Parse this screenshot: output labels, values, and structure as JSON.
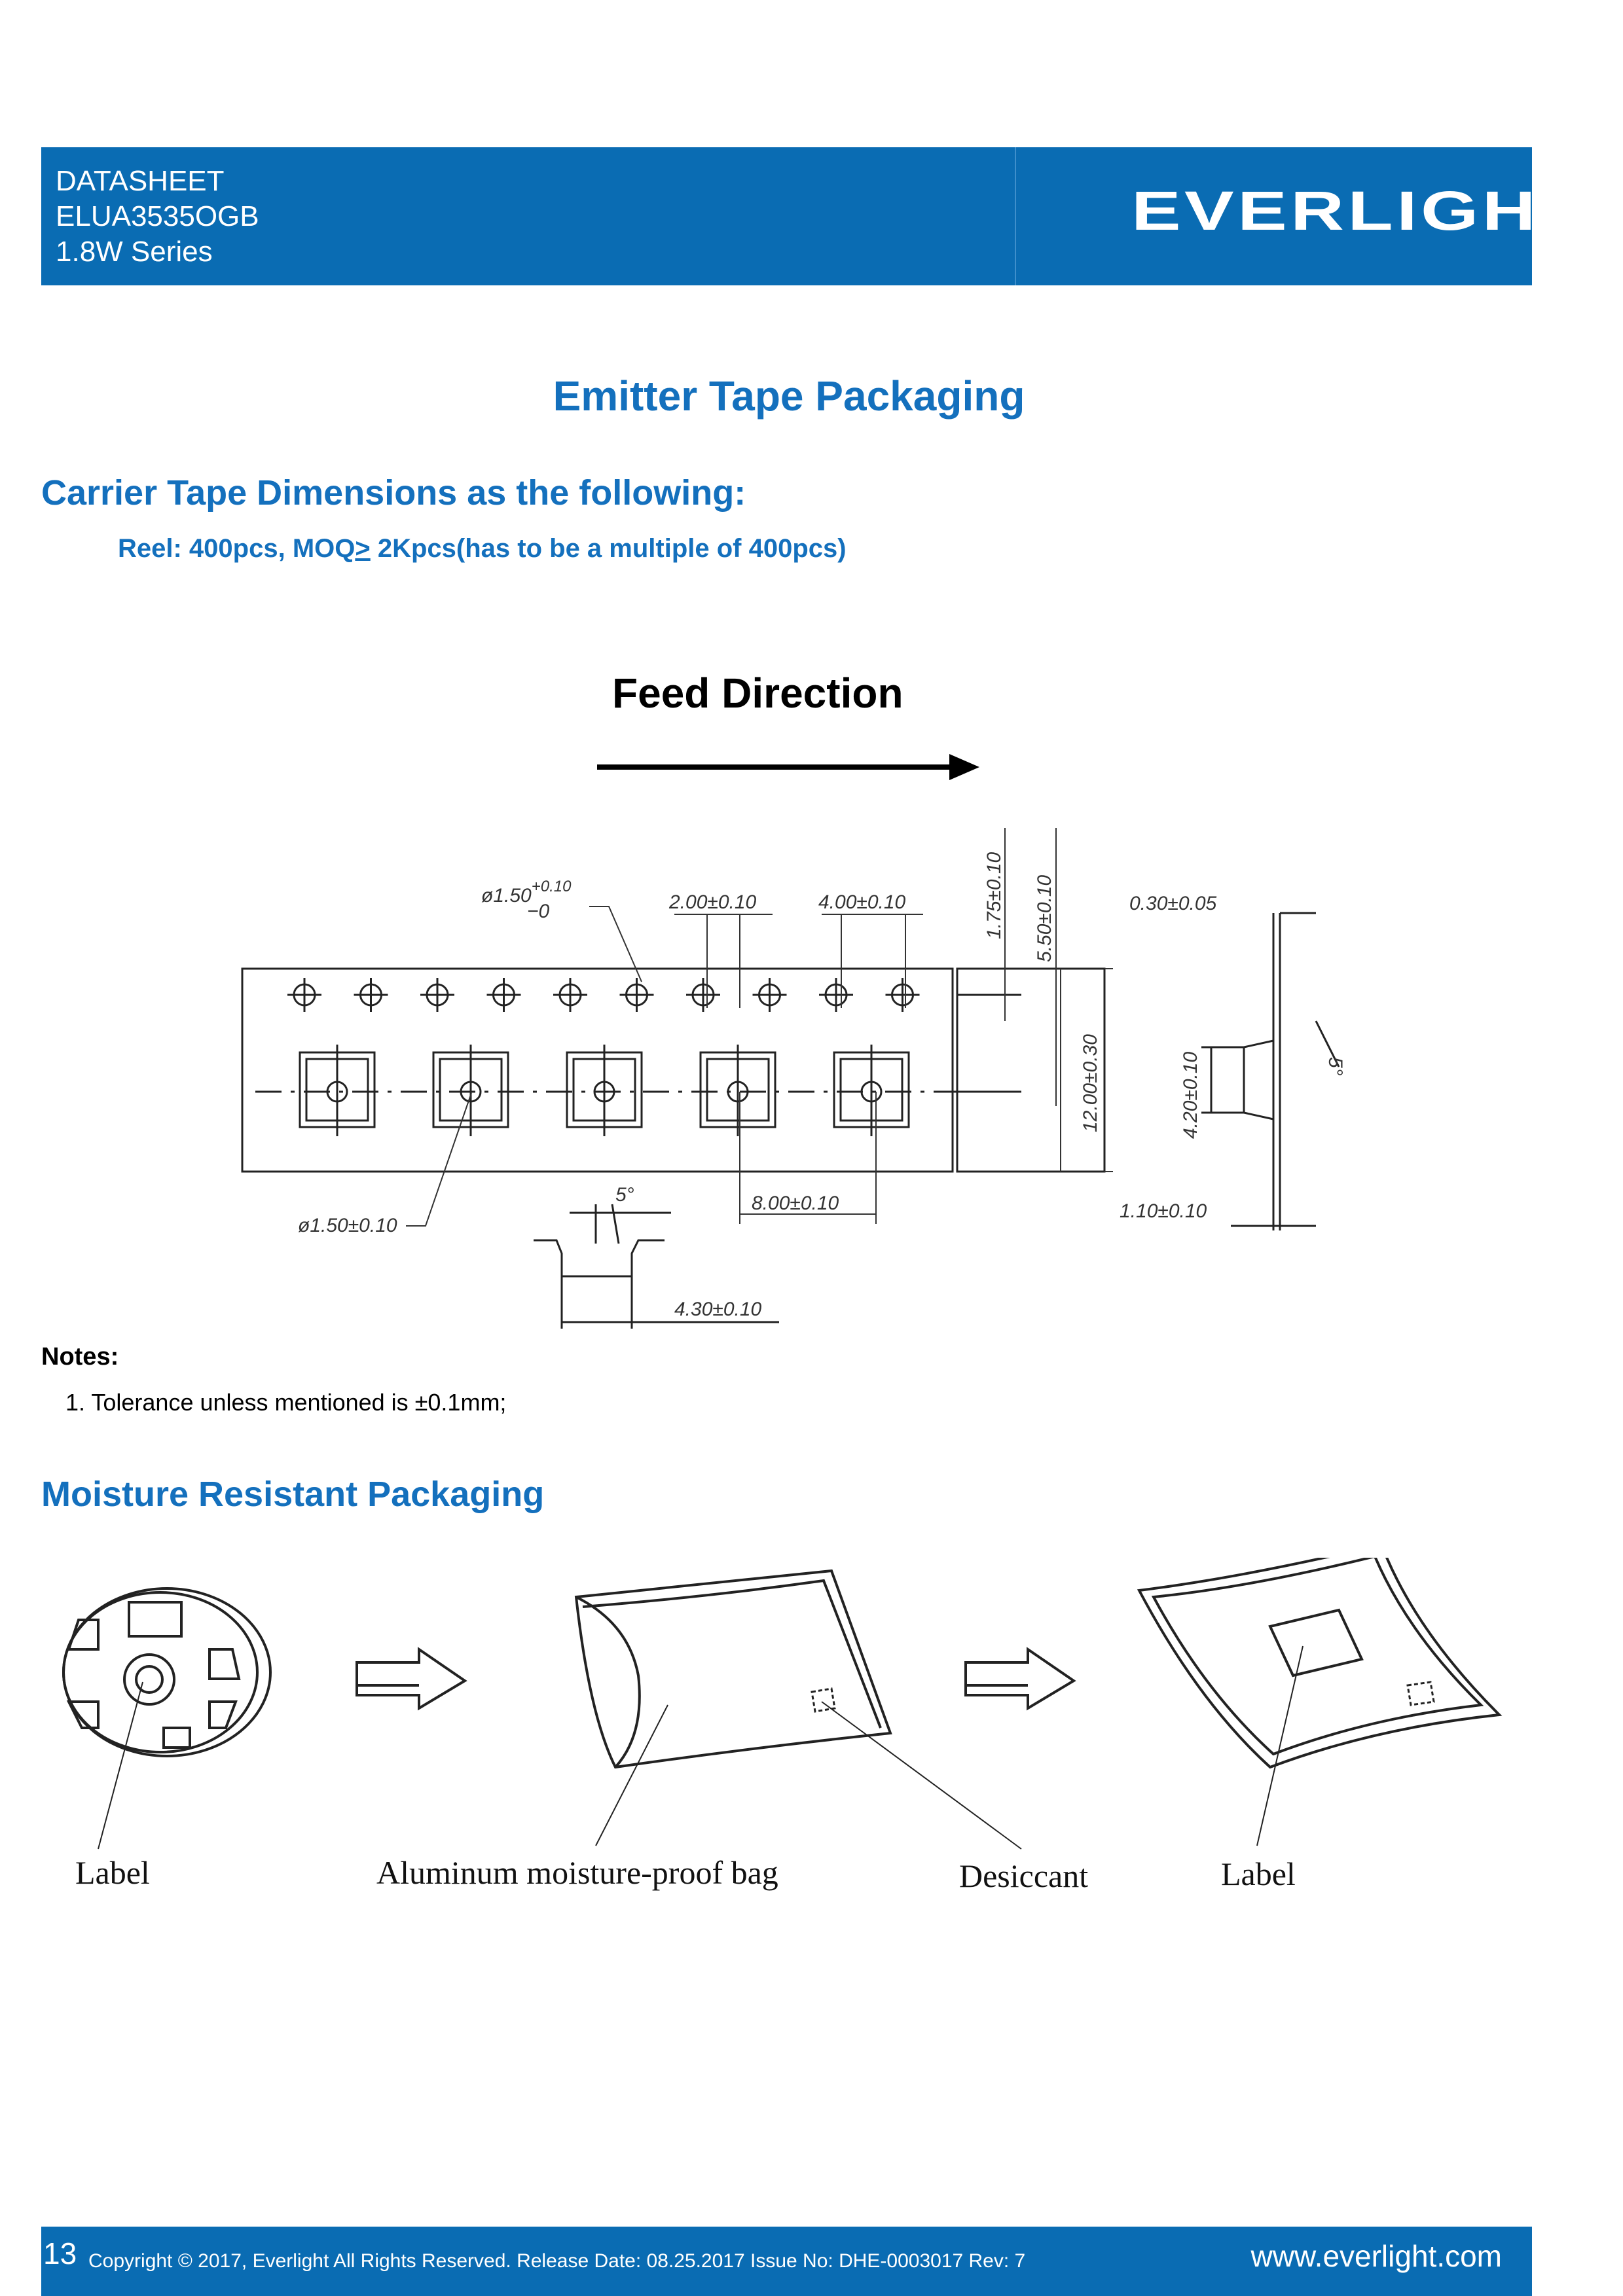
{
  "header": {
    "line1": "DATASHEET",
    "line2": "ELUA3535OGB",
    "line3": "1.8W Series",
    "logo_text": "EVERLIGHT"
  },
  "page_title": "Emitter Tape Packaging",
  "section1": {
    "title": "Carrier Tape Dimensions as the following:",
    "reel_prefix": "Reel: 400pcs, MOQ",
    "reel_symbol": ">",
    "reel_suffix": " 2Kpcs(has to be a multiple of 400pcs)"
  },
  "diagram": {
    "feed_direction": "Feed Direction",
    "dims": {
      "hole_dia_top_main": "ø1.50",
      "hole_dia_top_plus": "+0.10",
      "hole_dia_top_minus": "−0",
      "hole_pitch": "2.00±0.10",
      "sprocket_pitch": "4.00±0.10",
      "edge_to_hole": "1.75±0.10",
      "hole_to_center": "5.50±0.10",
      "tape_thickness": "0.30±0.05",
      "tape_width": "12.00±0.30",
      "pocket_depth": "4.20±0.10",
      "draft_angle_side": "5°",
      "pocket_hole_dia": "ø1.50±0.10",
      "pocket_pitch": "8.00±0.10",
      "draft_angle_bottom": "5°",
      "pocket_width": "4.30±0.10",
      "cover_offset": "1.10±0.10"
    }
  },
  "notes": {
    "title": "Notes:",
    "items": [
      "1.   Tolerance unless mentioned is ±0.1mm;"
    ]
  },
  "section2": {
    "title": "Moisture Resistant Packaging",
    "labels": {
      "reel_label": "Label",
      "bag": "Aluminum  moisture-proof  bag",
      "desiccant": "Desiccant",
      "bag_label": "Label"
    }
  },
  "footer": {
    "page_number": "13",
    "copyright": "Copyright © 2017, Everlight All Rights Reserved. Release Date: 08.25.2017 Issue No: DHE-0003017 Rev: 7",
    "url": "www.everlight.com"
  }
}
